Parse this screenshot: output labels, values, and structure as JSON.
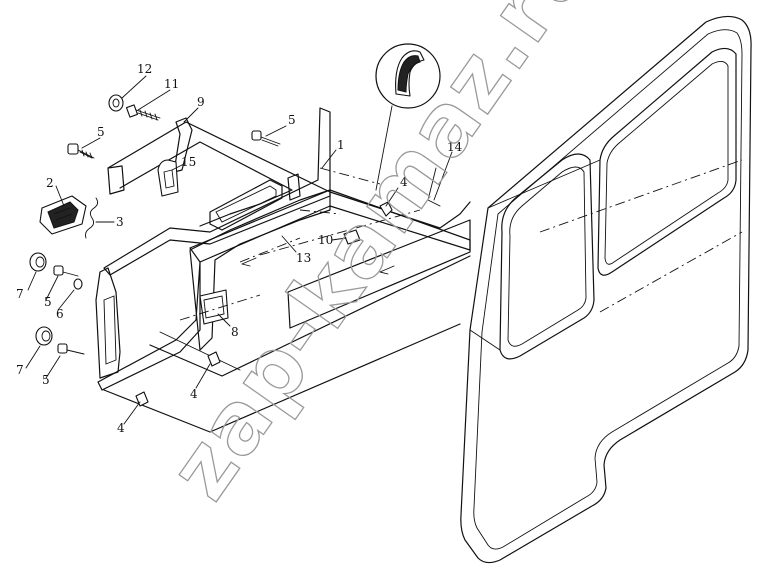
{
  "diagram": {
    "callouts": {
      "c1": "1",
      "c2": "2",
      "c3": "3",
      "c4a": "4",
      "c4b": "4",
      "c4c": "4",
      "c5a": "5",
      "c5b": "5",
      "c5c": "5",
      "c5d": "5",
      "c6": "6",
      "c7a": "7",
      "c7b": "7",
      "c8": "8",
      "c9": "9",
      "c10": "10",
      "c11": "11",
      "c12": "12",
      "c13": "13",
      "c14": "14",
      "c15": "15"
    }
  },
  "watermark": {
    "text": "zap-kamaz.ru"
  }
}
